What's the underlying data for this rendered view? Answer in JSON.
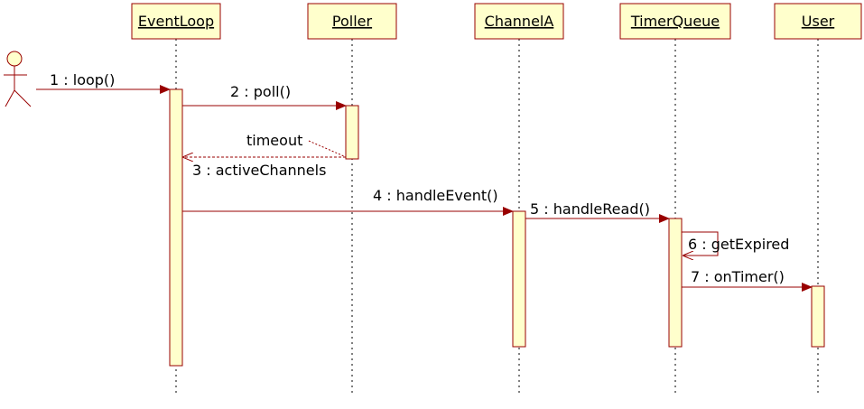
{
  "colors": {
    "box_fill": "#ffffcc",
    "stroke": "#990000",
    "text": "#000000"
  },
  "actor": {
    "name": ""
  },
  "objects": [
    {
      "id": "eventloop",
      "name": "EventLoop"
    },
    {
      "id": "poller",
      "name": "Poller"
    },
    {
      "id": "channela",
      "name": "ChannelA"
    },
    {
      "id": "timerqueue",
      "name": "TimerQueue"
    },
    {
      "id": "user",
      "name": "User"
    }
  ],
  "messages": [
    {
      "id": "m1",
      "label": "1 : loop()"
    },
    {
      "id": "m2",
      "label": "2 : poll()"
    },
    {
      "id": "m3",
      "label": "3 : activeChannels"
    },
    {
      "id": "m4",
      "label": "4 : handleEvent()"
    },
    {
      "id": "m5",
      "label": "5 : handleRead()"
    },
    {
      "id": "m6",
      "label": "6 : getExpired"
    },
    {
      "id": "m7",
      "label": "7 : onTimer()"
    }
  ],
  "notes": {
    "timeout": "timeout"
  }
}
